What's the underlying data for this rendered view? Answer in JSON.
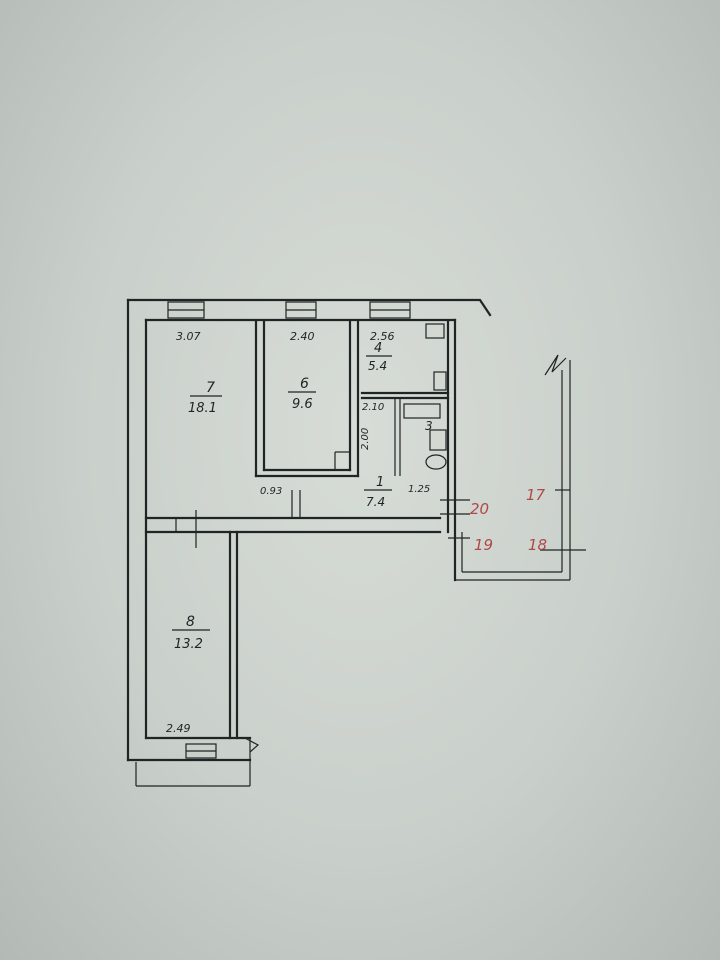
{
  "rooms": [
    {
      "id": "1",
      "num": "1",
      "area": "7.4"
    },
    {
      "id": "3",
      "num": "3",
      "area": ""
    },
    {
      "id": "4",
      "num": "4",
      "area": "5.4"
    },
    {
      "id": "6",
      "num": "6",
      "area": "9.6"
    },
    {
      "id": "7",
      "num": "7",
      "area": "18.1"
    },
    {
      "id": "8",
      "num": "8",
      "area": "13.2"
    }
  ],
  "dimensions": {
    "room7_width": "3.07",
    "room6_width": "2.40",
    "room4_width": "2.56",
    "room8_width": "2.49",
    "door_width": "0.93",
    "hall_width": "1.25",
    "bath_width": "2.10",
    "side_mark": "2.00"
  },
  "red_labels": [
    "20",
    "17",
    "19",
    "18"
  ],
  "colors": {
    "ink": "#1f2424",
    "red": "#b04848"
  }
}
